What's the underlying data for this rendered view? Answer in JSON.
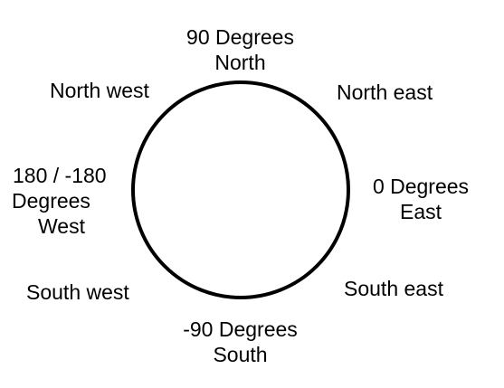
{
  "diagram": {
    "circle_color": "#000000",
    "labels": {
      "north": [
        "90 Degrees",
        "North"
      ],
      "northeast": "North east",
      "east": [
        "0 Degrees",
        "East"
      ],
      "southeast": "South east",
      "south": [
        "-90 Degrees",
        "South"
      ],
      "southwest": "South west",
      "west": [
        "180 / -180",
        "Degrees",
        "West"
      ],
      "northwest": "North west"
    }
  }
}
